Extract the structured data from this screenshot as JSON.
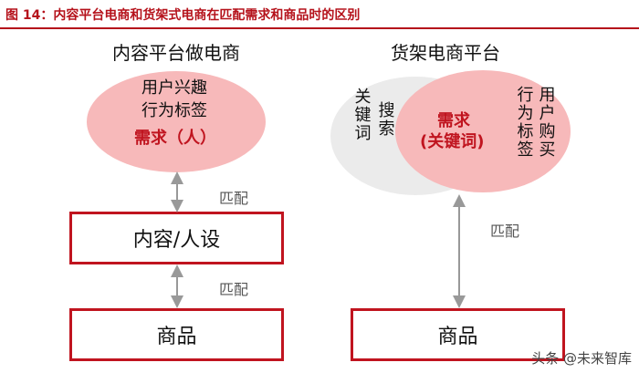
{
  "figure_caption": "图 14：内容平台电商和货架式电商在匹配需求和商品时的区别",
  "left": {
    "title": "内容平台做电商",
    "ellipse_line1": "用户兴趣",
    "ellipse_line2": "行为标签",
    "demand": "需求（人）",
    "match_upper": "匹配",
    "content_box": "内容/人设",
    "match_lower": "匹配",
    "product_box": "商品"
  },
  "right": {
    "title": "货架电商平台",
    "search_circle_col1": "关键词",
    "search_circle_col2": "搜索",
    "demand_line1": "需求",
    "demand_line2": "(关键词)",
    "behavior_col1": "用户购买",
    "behavior_col2": "行为标签",
    "match": "匹配",
    "product_box": "商品"
  },
  "watermark": "头条 @未来智库",
  "colors": {
    "accent": "#c0141f",
    "pink_fill": "#f7b9ba",
    "grey_fill": "#ebebeb",
    "arrow": "#999999"
  }
}
